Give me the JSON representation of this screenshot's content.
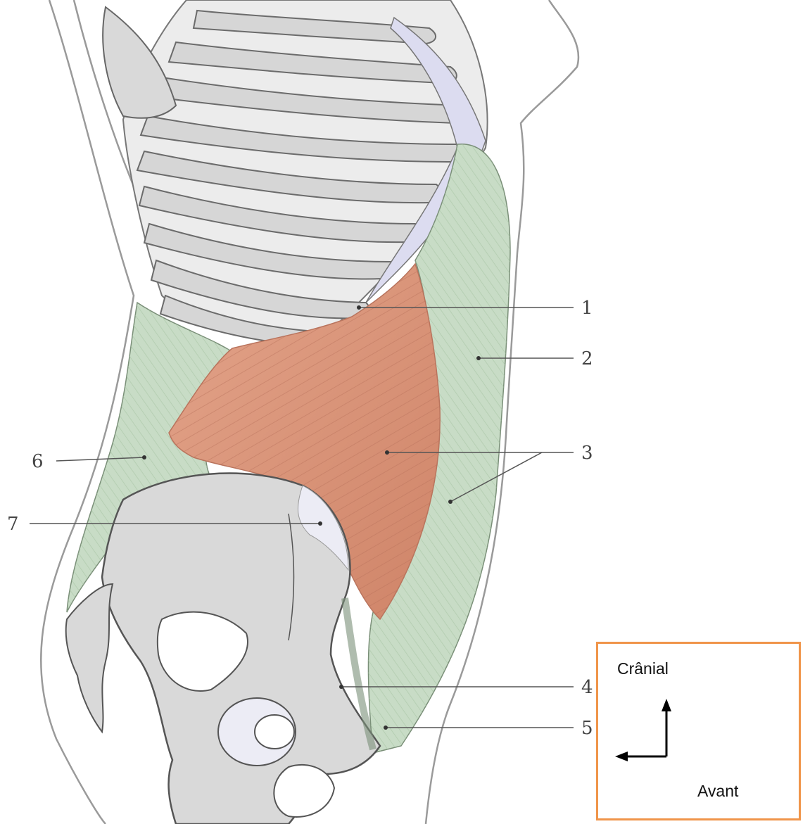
{
  "labels": [
    "1",
    "2",
    "3",
    "4",
    "5",
    "6",
    "7"
  ],
  "orientation": {
    "up_label": "Crânial",
    "left_label": "Avant"
  },
  "colors": {
    "muscle": "#d9957a",
    "fascia": "#c8dcc6",
    "bone": "#d9d9d9",
    "cartilage": "#dcdcf0",
    "outline": "#555555",
    "box_border": "#f0954a"
  }
}
